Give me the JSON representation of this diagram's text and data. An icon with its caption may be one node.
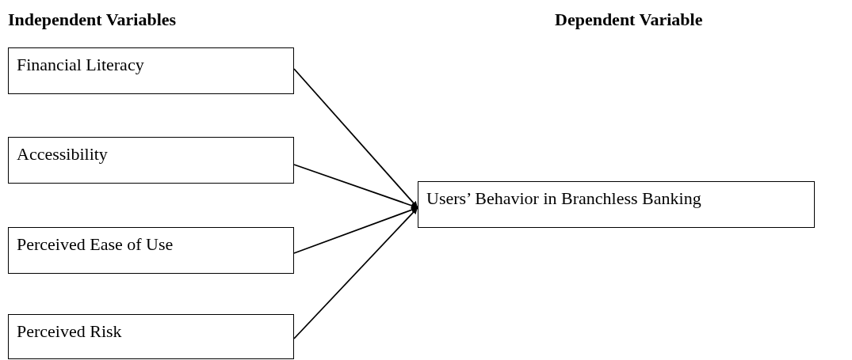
{
  "diagram": {
    "nodes": [
      {
        "text": [
          "Financial Literacy"
        ]
      },
      {
        "text": [
          "Accessibility"
        ]
      },
      {
        "text": [
          "Perceived Ease of Use"
        ]
      },
      {
        "text": [
          "Perceived Risk"
        ]
      },
      {
        "text": [
          "Users’ Behavior in Branchless Banking"
        ]
      }
    ],
    "edges": [
      {
        "from": 0,
        "to": 4,
        "arrow": "to"
      },
      {
        "from": 1,
        "to": 4,
        "arrow": "to"
      },
      {
        "from": 2,
        "to": 4,
        "arrow": "to"
      },
      {
        "from": 3,
        "to": 4,
        "arrow": "to"
      }
    ],
    "labels": [
      "Independent Variables",
      "Dependent Variable"
    ]
  }
}
